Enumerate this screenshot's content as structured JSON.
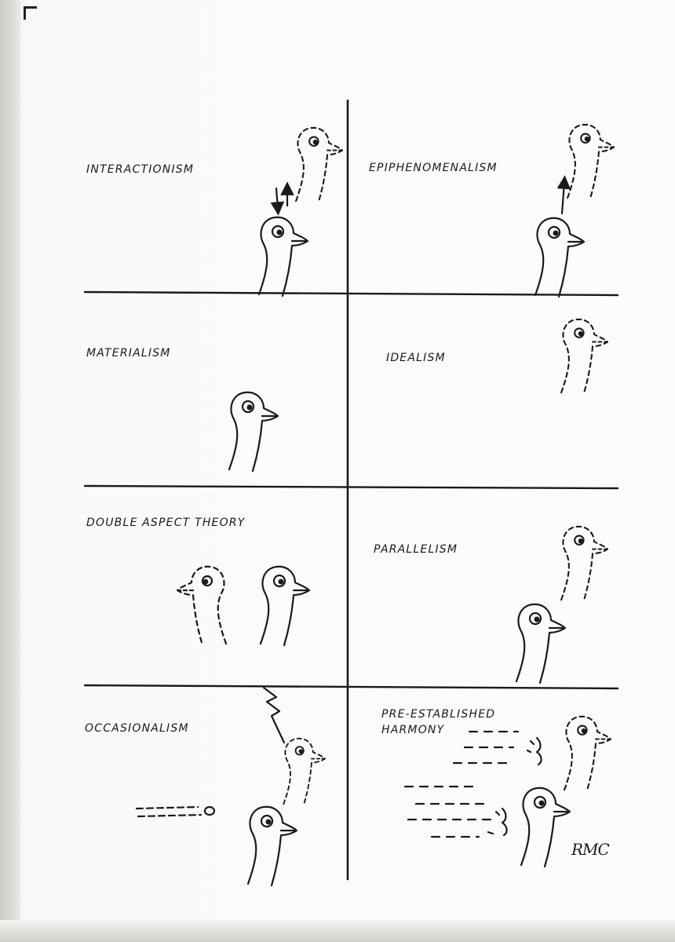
{
  "panels": [
    {
      "id": "interactionism",
      "label": "INTERACTIONISM"
    },
    {
      "id": "epiphenomenalism",
      "label": "EPIPHENOMENALISM"
    },
    {
      "id": "materialism",
      "label": "MATERIALISM"
    },
    {
      "id": "idealism",
      "label": "IDEALISM"
    },
    {
      "id": "double-aspect-theory",
      "label": "DOUBLE ASPECT THEORY"
    },
    {
      "id": "parallelism",
      "label": "PARALLELISM"
    },
    {
      "id": "occasionalism",
      "label": "OCCASIONALISM"
    },
    {
      "id": "pre-established-harmony",
      "label": "PRE-ESTABLISHED\nHARMONY"
    }
  ],
  "signature": "RMC",
  "colors": {
    "ink": "#1a1a1a",
    "paper": "#fbfbfa"
  }
}
